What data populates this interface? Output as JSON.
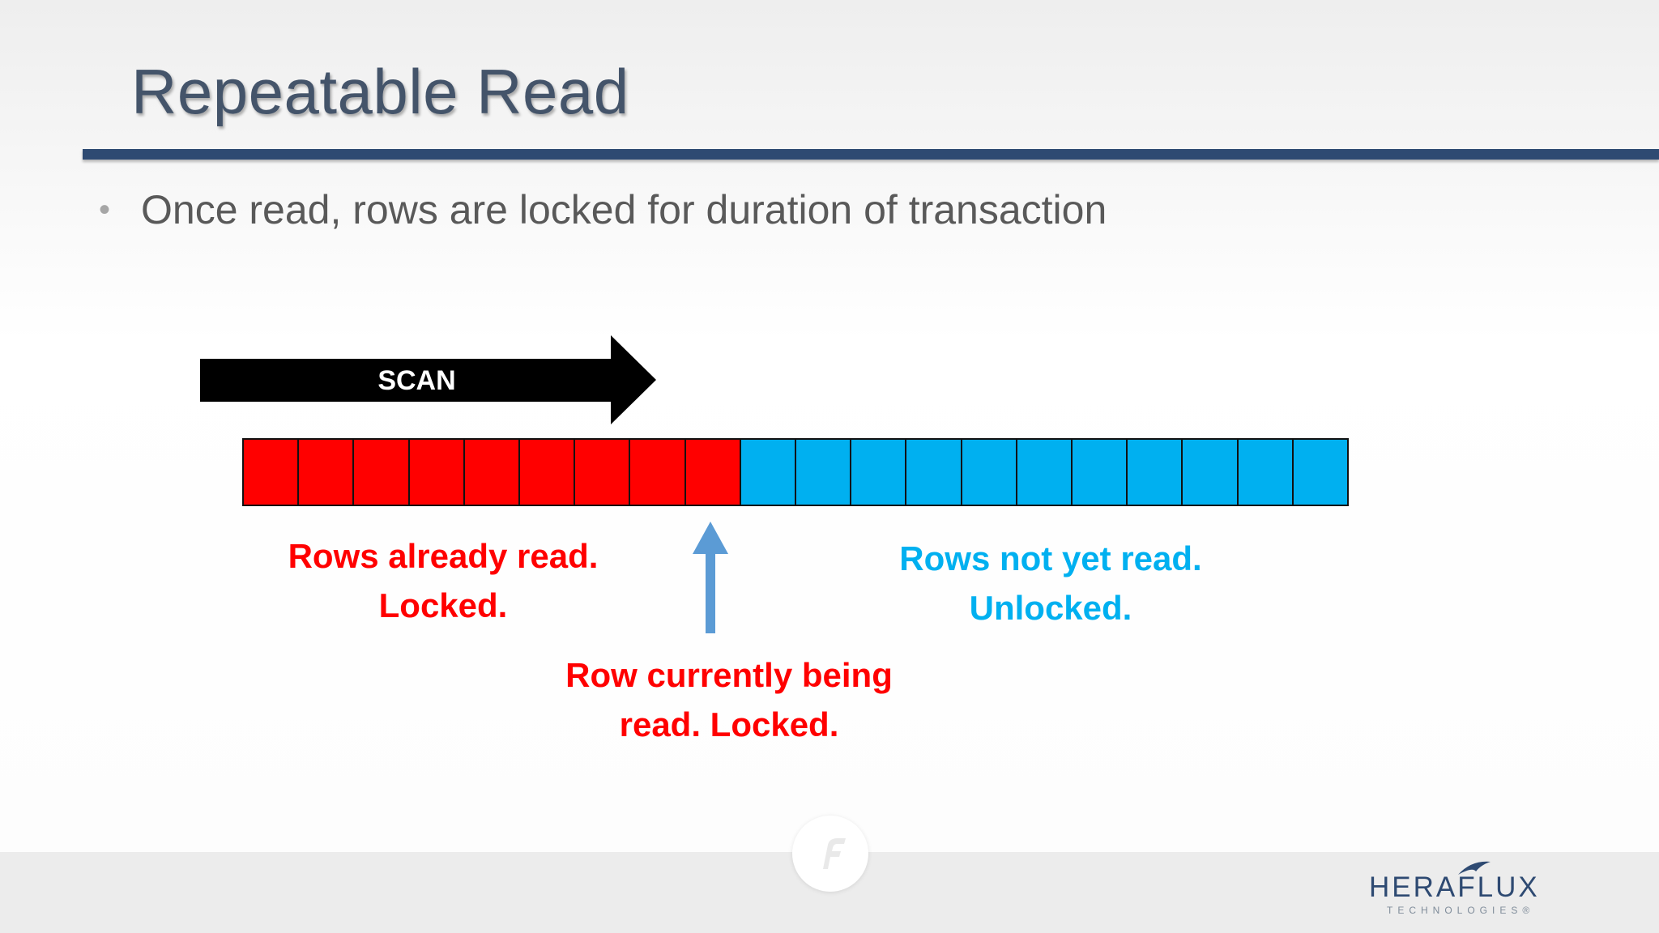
{
  "slide": {
    "title": "Repeatable Read",
    "bullet": "Once read, rows are locked for duration of transaction"
  },
  "diagram": {
    "scan_label": "SCAN",
    "rows": [
      "locked",
      "locked",
      "locked",
      "locked",
      "locked",
      "locked",
      "locked",
      "locked",
      "locked",
      "unlocked",
      "unlocked",
      "unlocked",
      "unlocked",
      "unlocked",
      "unlocked",
      "unlocked",
      "unlocked",
      "unlocked",
      "unlocked",
      "unlocked"
    ],
    "caption_read": {
      "line1": "Rows already read.",
      "line2": "Locked."
    },
    "caption_unread": {
      "line1": "Rows not yet read.",
      "line2": "Unlocked."
    },
    "caption_current": {
      "line1": "Row currently being",
      "line2": "read. Locked."
    }
  },
  "colors": {
    "locked": "#ff0000",
    "unlocked": "#00b0f0",
    "pointer": "#5b9bd5",
    "title": "#44546a",
    "rule": "#2e4a72"
  },
  "icons": {
    "scan_arrow": "right-arrow-icon",
    "pointer": "up-arrow-icon",
    "watermark": "heraflux-f-icon"
  },
  "footer": {
    "logo_name": "HERAFLUX",
    "logo_sub": "TECHNOLOGIES®"
  }
}
